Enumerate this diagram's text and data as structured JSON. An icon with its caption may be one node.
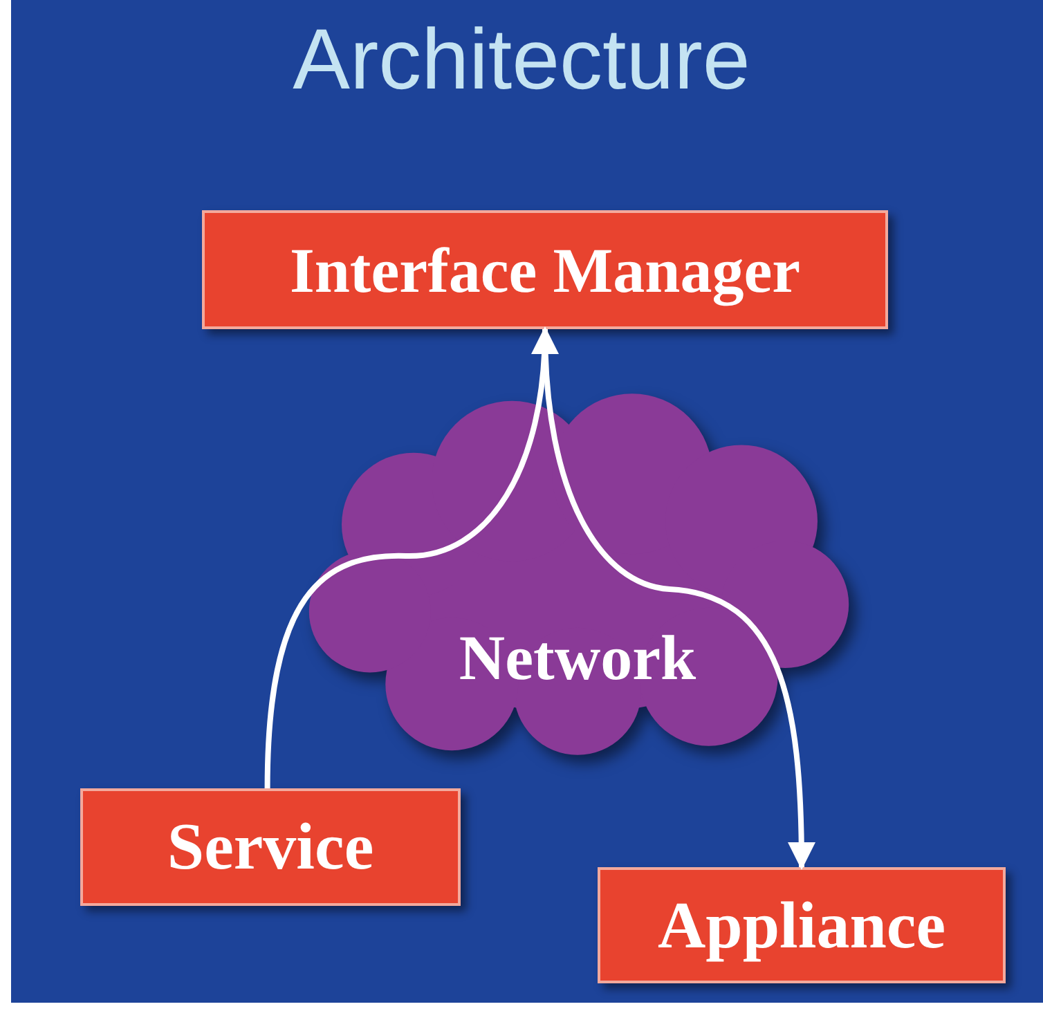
{
  "diagram": {
    "title": "Architecture",
    "nodes": [
      {
        "text": [
          "Interface Manager"
        ]
      },
      {
        "text": [
          "Network"
        ]
      },
      {
        "text": [
          "Service"
        ]
      },
      {
        "text": [
          "Appliance"
        ]
      }
    ],
    "edges": [
      {
        "from": 2,
        "to": 0,
        "arrow": "to"
      },
      {
        "from": 0,
        "to": 3,
        "arrow": "to"
      }
    ]
  }
}
